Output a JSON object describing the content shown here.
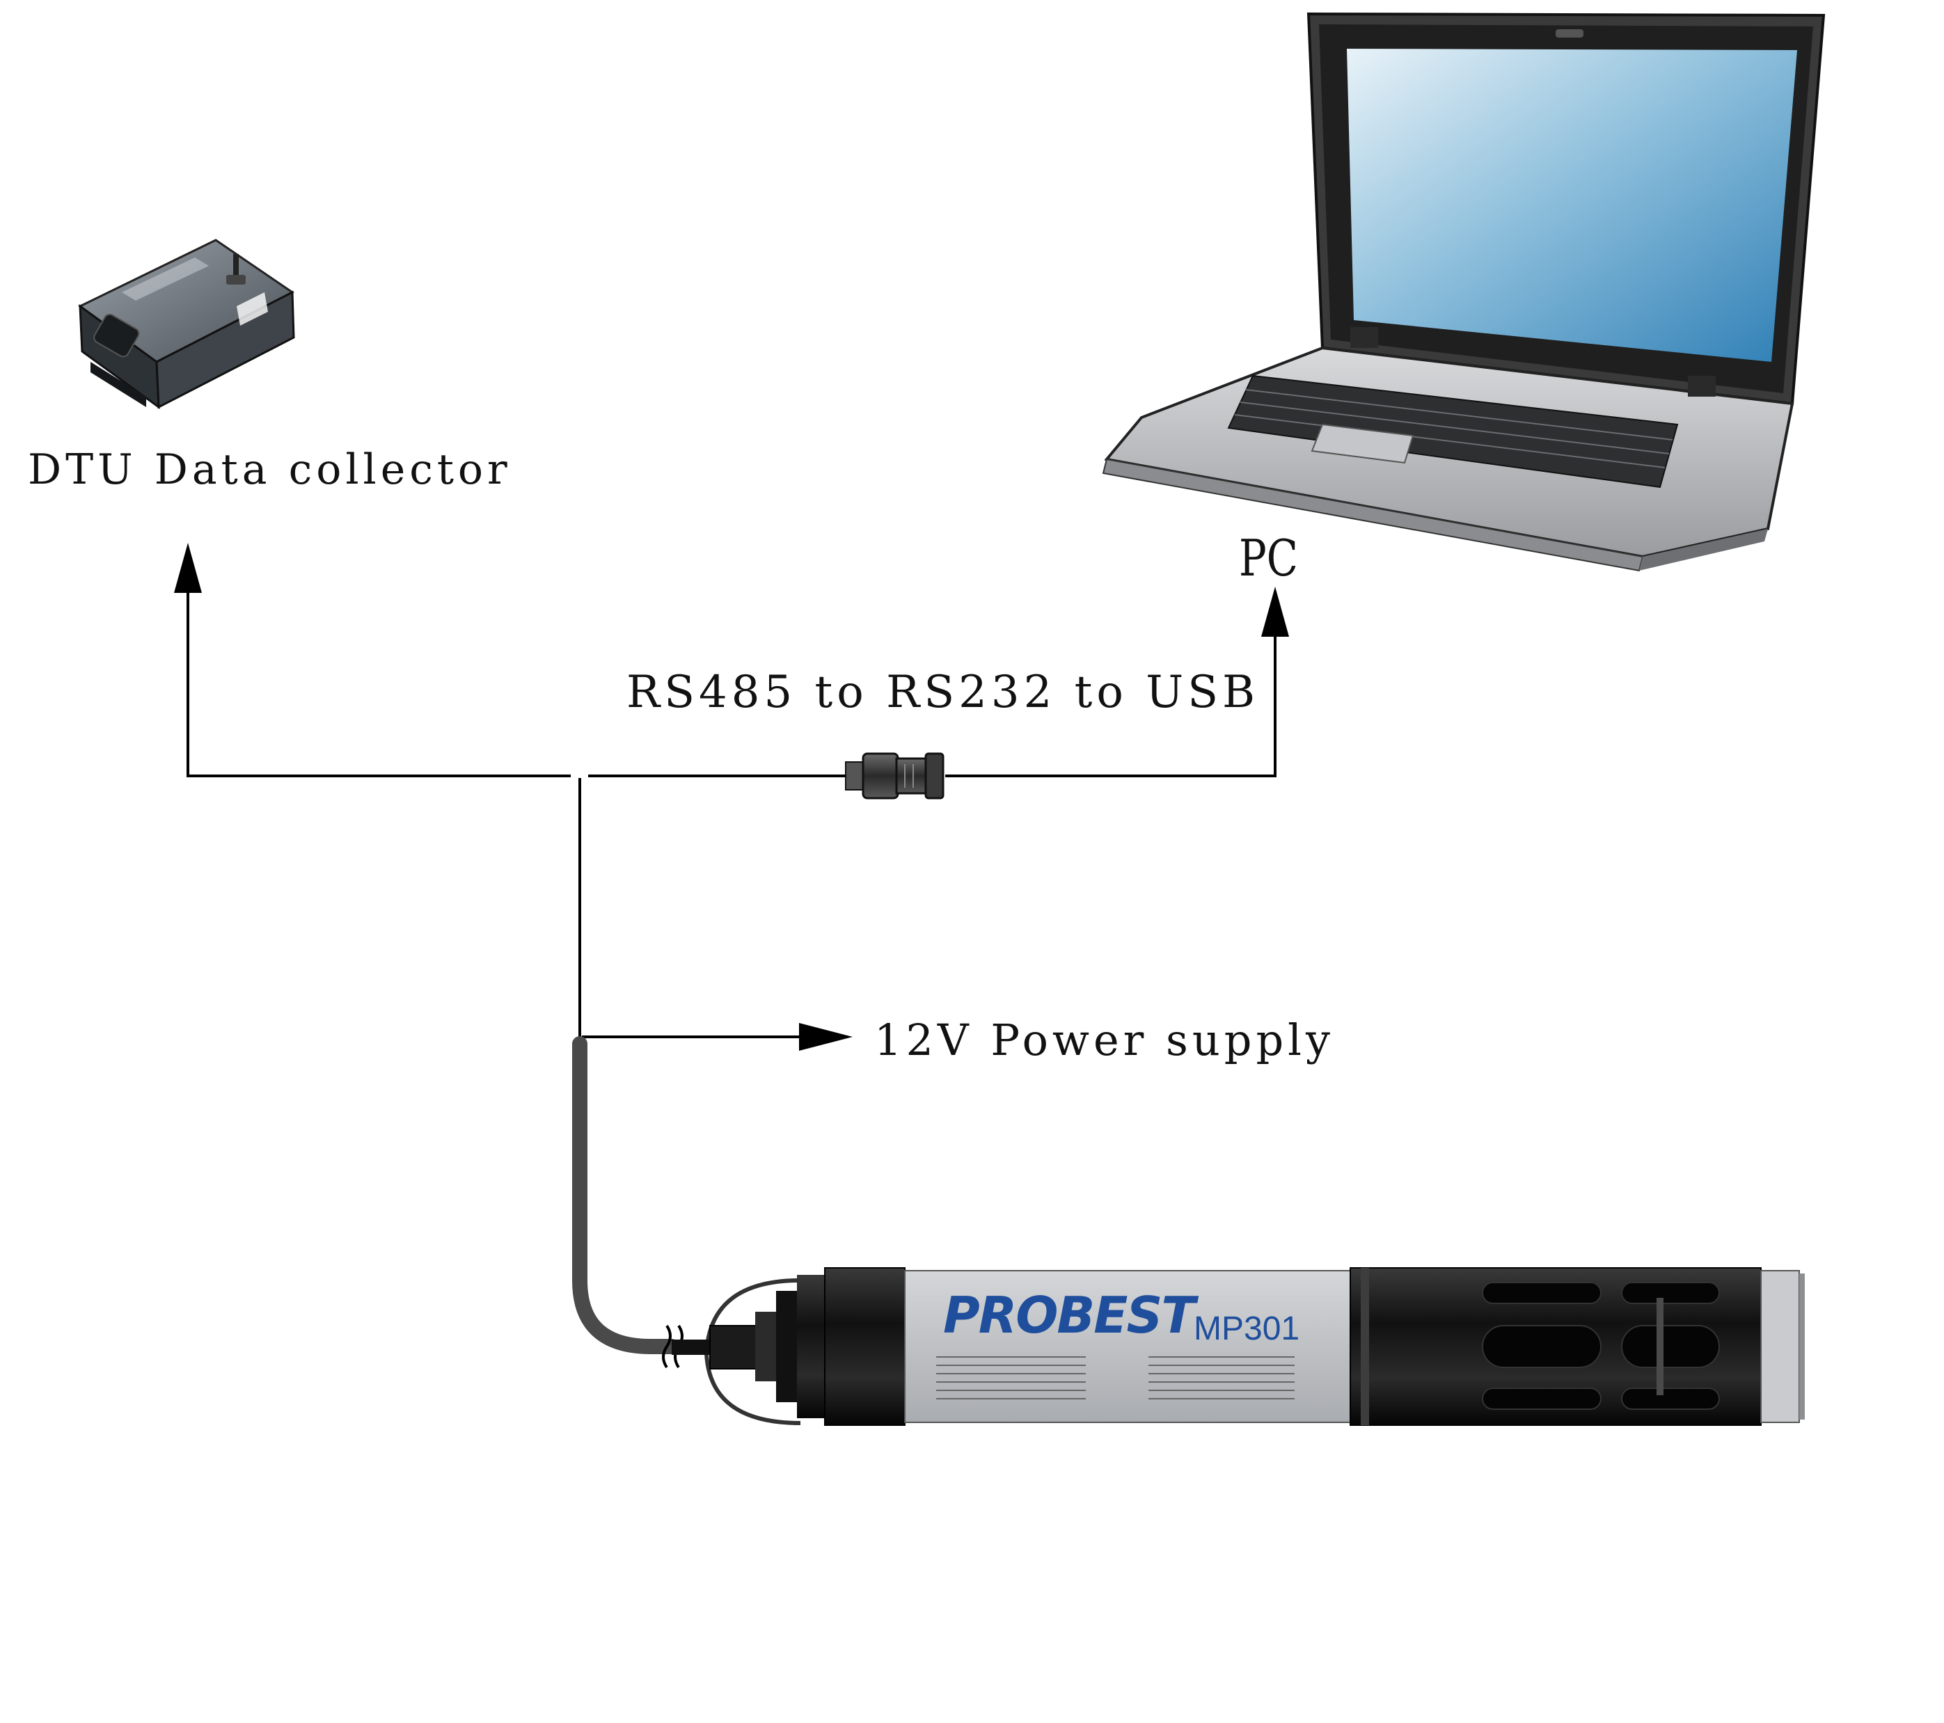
{
  "labels": {
    "dtu": "DTU Data collector",
    "pc": "PC",
    "converter": "RS485 to RS232 to USB",
    "power": "12V Power supply"
  },
  "probe": {
    "brand": "PROBEST",
    "model": "MP301"
  },
  "colors": {
    "line": "#000000",
    "screen": "#3d8fc4",
    "brand": "#1f4e9c",
    "probe_body": "#1a1a1a",
    "label_panel": "#bfc2c6"
  },
  "icons": [
    "dtu-device-icon",
    "laptop-icon",
    "serial-adapter-icon",
    "probe-sensor-icon"
  ]
}
